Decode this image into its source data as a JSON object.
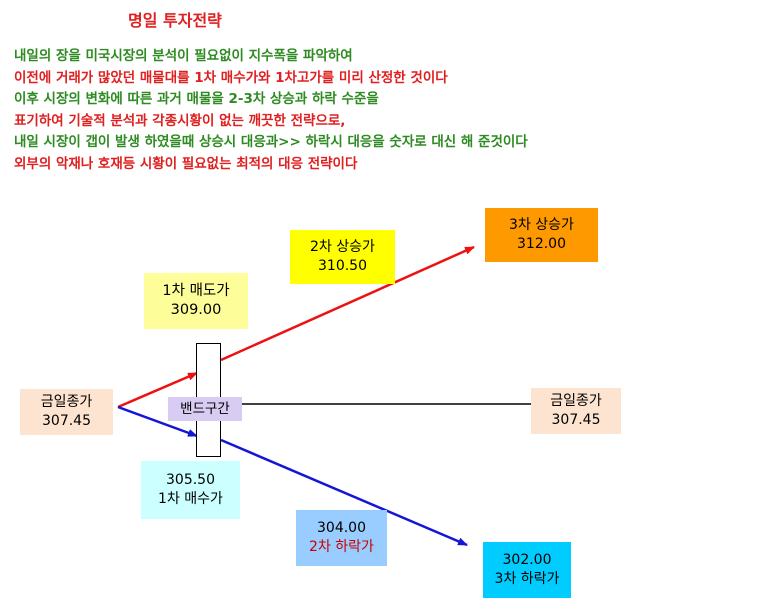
{
  "title": "명일 투자전략",
  "intro_lines": [
    {
      "text": "내일의 장을 미국시장의 분석이 필요없이 지수폭을 파악하여",
      "color": "#2e8b22"
    },
    {
      "text": "이전에 거래가 많았던 매물대를 1차 매수가와 1차고가를 미리 산정한 것이다",
      "color": "#e02020"
    },
    {
      "text": "이후 시장의 변화에 따른 과거 매물을 2-3차 상승과 하락 수준을",
      "color": "#2e8b22"
    },
    {
      "text": "표기하여 기술적  분석과 각종시황이 없는 깨끗한 전략으로,",
      "color": "#e02020"
    },
    {
      "text": "내일 시장이 갭이 발생 하였을때 상승시 대응과>> 하락시 대응을 숫자로 대신 해 준것이다",
      "color": "#2e8b22"
    },
    {
      "text": "외부의 악재나 호재등  시황이 필요없는 최적의 대응 전략이다",
      "color": "#e02020"
    }
  ],
  "diagram": {
    "close_left": {
      "label": "금일종가",
      "value": "307.45"
    },
    "close_right": {
      "label": "금일종가",
      "value": "307.45"
    },
    "sell1": {
      "label": "1차 매도가",
      "value": "309.00"
    },
    "rise2": {
      "label": "2차 상승가",
      "value": "310.50"
    },
    "rise3": {
      "label": "3차 상승가",
      "value": "312.00"
    },
    "buy1": {
      "value": "305.50",
      "label": "1차 매수가"
    },
    "fall2": {
      "value": "304.00",
      "label": "2차 하락가"
    },
    "fall3": {
      "value": "302.00",
      "label": "3차 하락가"
    },
    "band_label": "밴드구간"
  },
  "colors": {
    "up_arrow": "#ee1111",
    "down_arrow": "#1515d8",
    "flat_line": "#000000",
    "close_box": "#fde4d0",
    "sell1_box": "#fdfd9a",
    "rise2_box": "#ffff00",
    "rise3_box": "#ff9900",
    "buy1_box": "#ccffff",
    "fall2_box": "#99ccff",
    "fall3_box": "#00ccff",
    "band_label_box": "#d9ccf2",
    "fall2_label_text": "#cc0000"
  }
}
